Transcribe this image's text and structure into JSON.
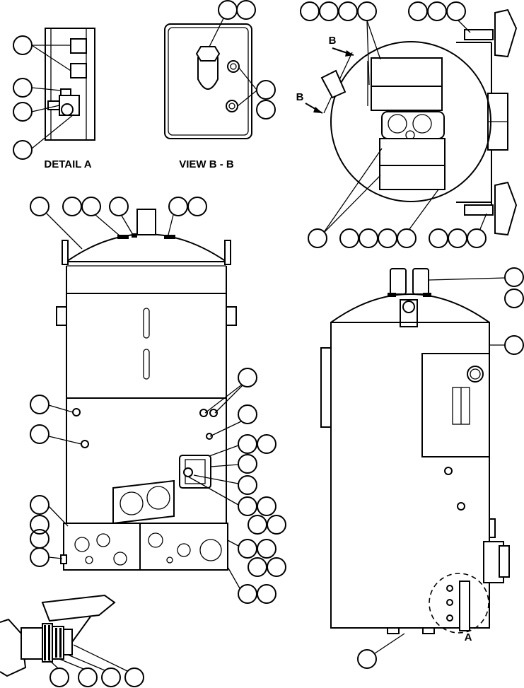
{
  "labels": {
    "detail_a": "DETAIL A",
    "view_bb": "VIEW B - B",
    "section_b_upper": "B",
    "section_b_lower": "B",
    "detail_ref_a": "A"
  }
}
